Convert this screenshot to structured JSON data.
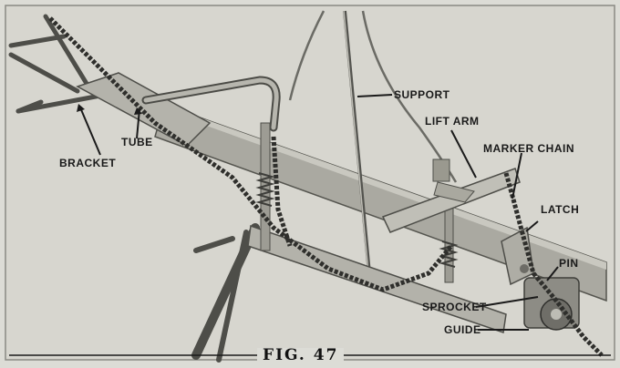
{
  "figure": {
    "caption": "FIG. 47"
  },
  "labels": {
    "support": "SUPPORT",
    "lift_arm": "LIFT ARM",
    "marker_chain": "MARKER CHAIN",
    "latch": "LATCH",
    "tube": "TUBE",
    "bracket": "BRACKET",
    "pin": "PIN",
    "sprocket": "SPROCKET",
    "guide": "GUIDE"
  },
  "colors": {
    "paper": "#dcdcd6",
    "metal_light": "#b9b8b0",
    "metal_dark": "#5a5a55",
    "ink": "#1a1a1a"
  }
}
